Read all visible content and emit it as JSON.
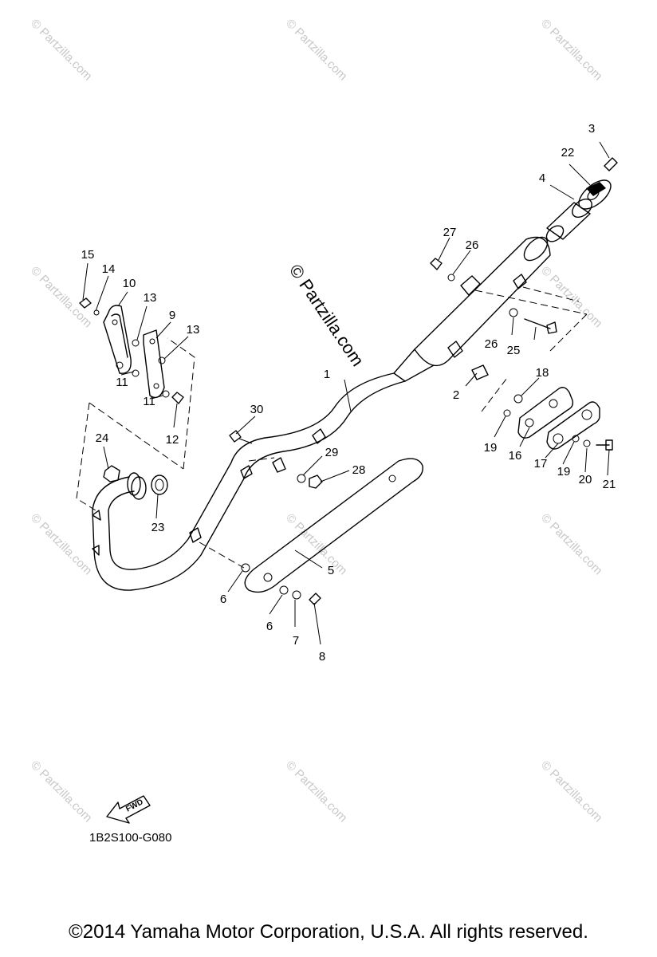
{
  "watermark": {
    "small_text": "© Partzilla.com",
    "big_text": "© Partzilla.com"
  },
  "callouts": {
    "c1": "1",
    "c2": "2",
    "c3": "3",
    "c4": "4",
    "c5": "5",
    "c6a": "6",
    "c6b": "6",
    "c7": "7",
    "c8": "8",
    "c9": "9",
    "c10": "10",
    "c11a": "11",
    "c11b": "11",
    "c12": "12",
    "c13a": "13",
    "c13b": "13",
    "c14": "14",
    "c15": "15",
    "c16": "16",
    "c17": "17",
    "c18": "18",
    "c19a": "19",
    "c19b": "19",
    "c20": "20",
    "c21": "21",
    "c22": "22",
    "c23": "23",
    "c24": "24",
    "c25": "25",
    "c26a": "26",
    "c26b": "26",
    "c27": "27",
    "c28": "28",
    "c29": "29",
    "c30": "30"
  },
  "fwd_label": "FWD",
  "diagram_code": "1B2S100-G080",
  "copyright": "©2014  Yamaha Motor Corporation, U.S.A. All rights reserved."
}
